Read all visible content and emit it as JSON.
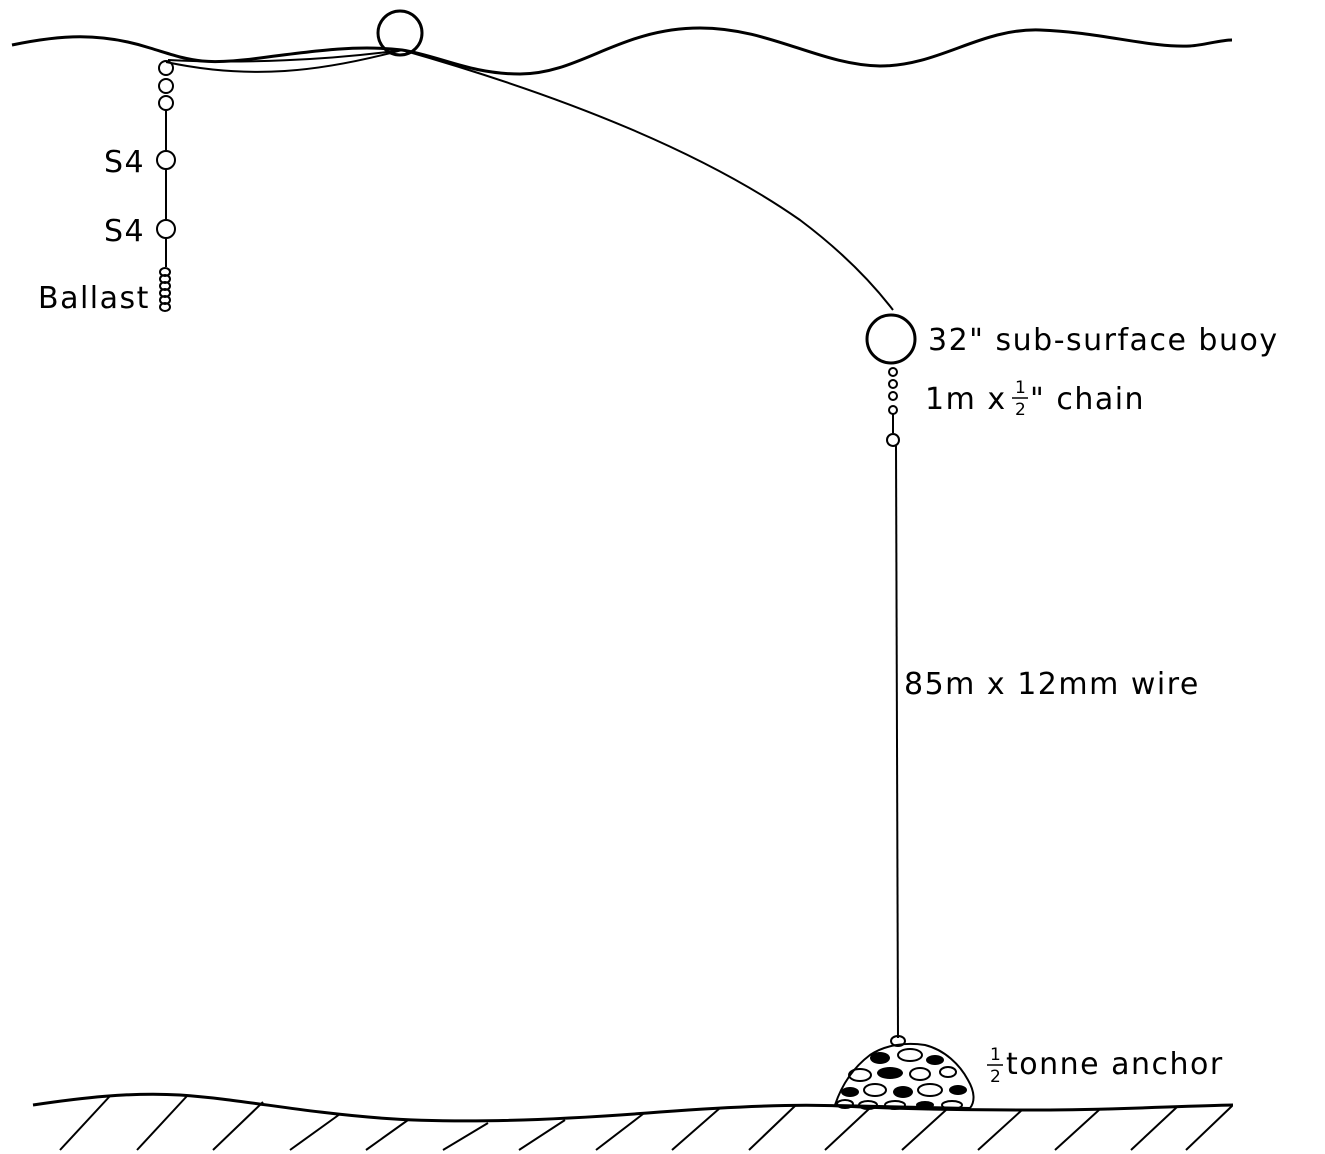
{
  "labels": {
    "s4_upper": "S4",
    "s4_lower": "S4",
    "ballast": "Ballast",
    "buoy": "32\" sub-surface buoy",
    "chain_pre": "1m x ",
    "chain_frac_num": "1",
    "chain_frac_den": "2",
    "chain_post": "\" chain",
    "wire": "85m x 12mm wire",
    "anchor_frac_num": "1",
    "anchor_frac_den": "2",
    "anchor_post": "tonne anchor"
  }
}
